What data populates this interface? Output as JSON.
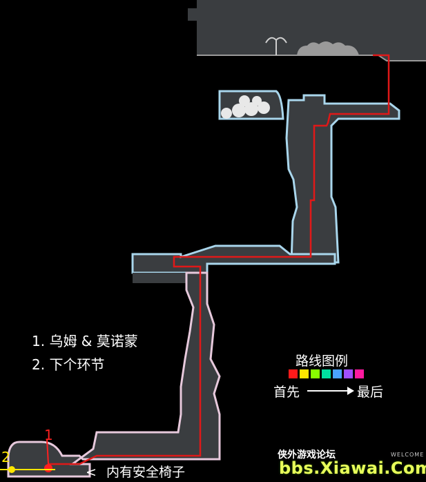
{
  "legend": {
    "items": [
      "1. 乌姆 & 莫诺蒙",
      "2. 下个环节"
    ]
  },
  "route_legend": {
    "title": "路线图例",
    "colors": [
      "#ff1a1a",
      "#ffe600",
      "#88ff00",
      "#00e0a0",
      "#4aa3ff",
      "#a050ff",
      "#ff1aa0"
    ],
    "first_label": "首先",
    "last_label": "最后"
  },
  "markers": {
    "one": "1",
    "two": "2",
    "one_color": "#ff2020",
    "two_color": "#ffe600"
  },
  "bench_note": "内有安全椅子",
  "bench_arrow": "<",
  "watermark": {
    "site_cn": "侠外游戏论坛",
    "url": "bbs.Xiawai.Com",
    "welcome": "WELCOME"
  },
  "colors": {
    "room_fill": "#3a3d40",
    "room_outline_blue": "#a9d6ec",
    "room_outline_pink": "#e7c9dc",
    "room_outline_gray": "#9a9a9a",
    "route": "#e01818"
  }
}
